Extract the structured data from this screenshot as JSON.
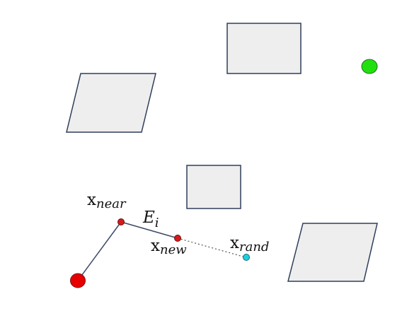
{
  "diagram": {
    "labels": {
      "x_near": {
        "base": "x",
        "sub": "near"
      },
      "edge": {
        "base": "E",
        "sub": "i"
      },
      "x_new": {
        "base": "x",
        "sub": "new"
      },
      "x_rand": {
        "base": "x",
        "sub": "rand"
      }
    },
    "colors": {
      "obstacle_fill": "#EEEEEE",
      "obstacle_stroke": "#2F3F5A",
      "start": "#E60000",
      "goal": "#22E010",
      "tree_node": "#D61A1A",
      "random_sample": "#1ECFE0",
      "edge": "#3A4A66",
      "dotted_connection": "#555555"
    }
  }
}
